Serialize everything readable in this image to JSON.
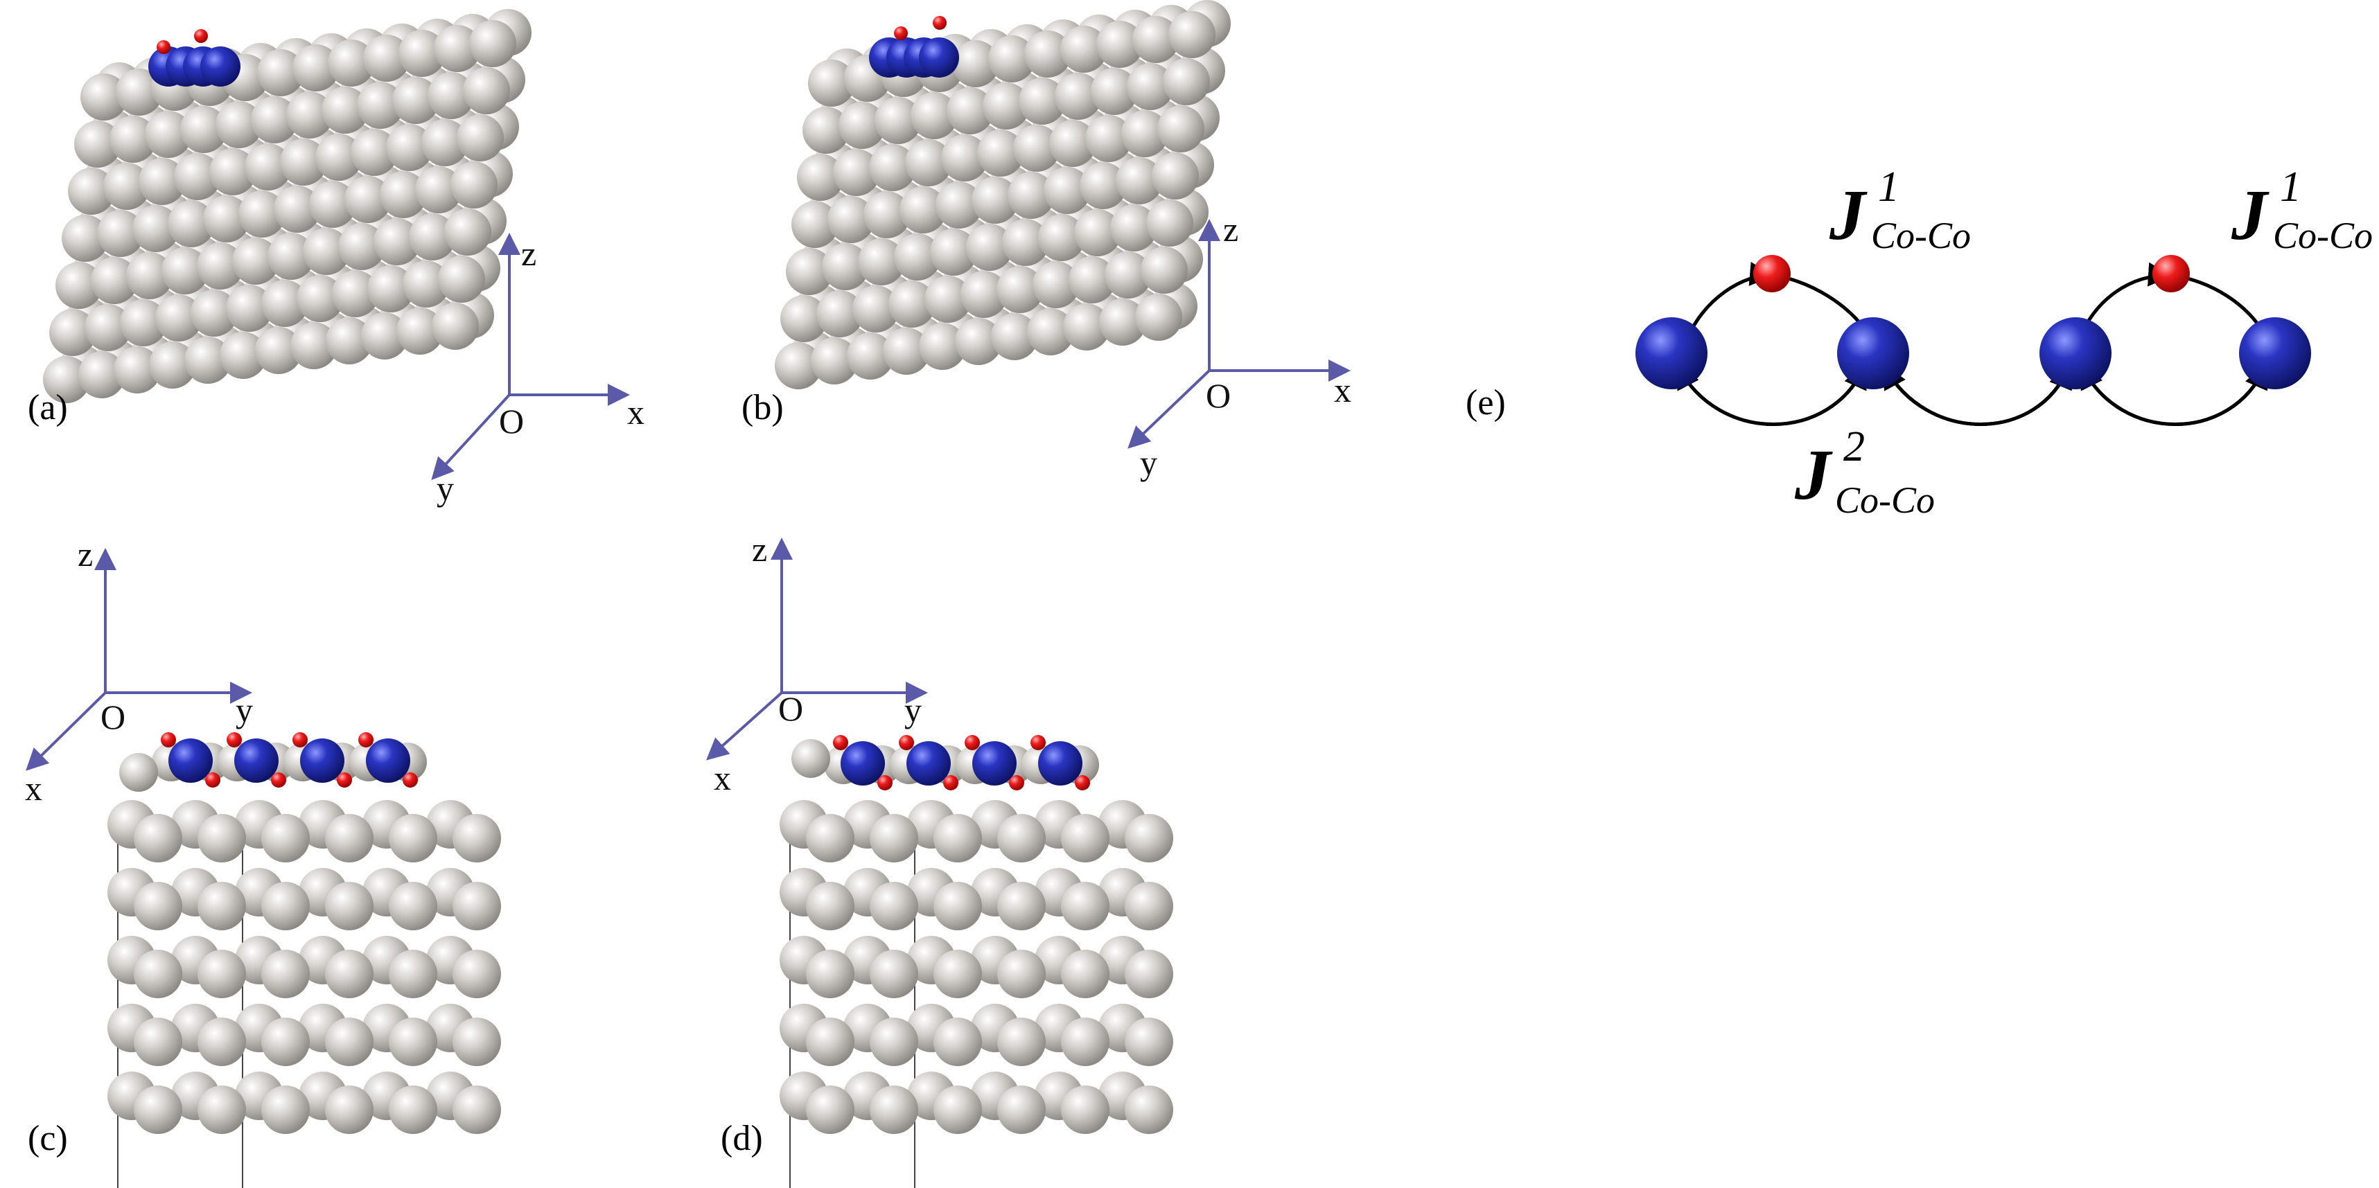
{
  "figure": {
    "panels": [
      {
        "id": "a",
        "label": "(a)"
      },
      {
        "id": "b",
        "label": "(b)"
      },
      {
        "id": "c",
        "label": "(c)"
      },
      {
        "id": "d",
        "label": "(d)"
      },
      {
        "id": "e",
        "label": "(e)"
      }
    ],
    "axes_top": {
      "x": "x",
      "y": "y",
      "z": "z",
      "origin": "O"
    },
    "axes_side": {
      "x": "x",
      "y": "y",
      "z": "z",
      "origin": "O"
    },
    "exchange_labels": {
      "j1_left": {
        "main": "J",
        "sup": "1",
        "sub": "Co-Co"
      },
      "j1_right": {
        "main": "J",
        "sup": "1",
        "sub": "Co-Co"
      },
      "j2": {
        "main": "J",
        "sup": "2",
        "sub": "Co-Co"
      }
    },
    "colors": {
      "substrate_atom": "#c4c1bd",
      "cobalt_atom": "#1f2ea6",
      "oxygen_atom": "#e8141c",
      "axis": "#5a5aa8"
    }
  }
}
